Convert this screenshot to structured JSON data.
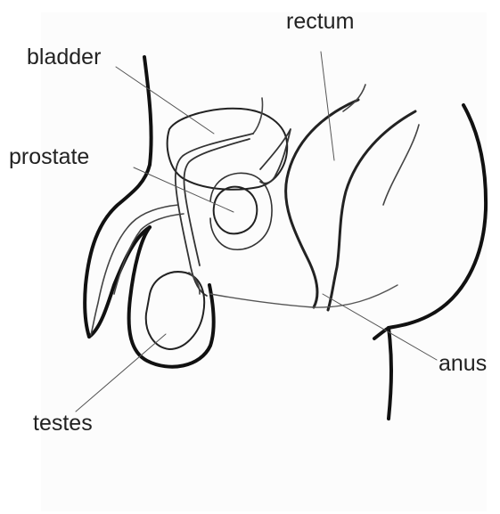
{
  "labels": {
    "rectum": "rectum",
    "bladder": "bladder",
    "prostate": "prostate",
    "anus": "anus",
    "testes": "testes"
  },
  "colors": {
    "ink": "#111111",
    "thin_line": "#444444",
    "leader": "#555555",
    "label": "#222222",
    "background": "#ffffff"
  }
}
